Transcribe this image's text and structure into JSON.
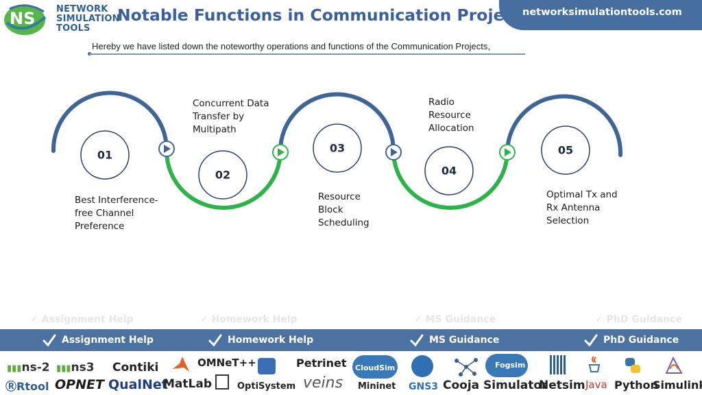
{
  "header": {
    "logo_initials": "NS",
    "logo_lines": [
      "NETWORK",
      "SIMULATION",
      "TOOLS"
    ],
    "title": "Notable Functions in Communication Projects",
    "website": "networksimulationtools.com",
    "subtitle": "Hereby we have listed down the noteworthy operations and functions of the Communication Projects,"
  },
  "steps": [
    {
      "num": "01",
      "label_lines": [
        "Best Interference-",
        "free Channel",
        "Preference"
      ]
    },
    {
      "num": "02",
      "label_lines": [
        "Concurrent Data",
        "Transfer by",
        "Multipath"
      ]
    },
    {
      "num": "03",
      "label_lines": [
        "Resource",
        "Block",
        "Scheduling"
      ]
    },
    {
      "num": "04",
      "label_lines": [
        "Radio",
        "Resource",
        "Allocation"
      ]
    },
    {
      "num": "05",
      "label_lines": [
        "Optimal Tx and",
        "Rx Antenna",
        "Selection"
      ]
    }
  ],
  "footer": {
    "services": [
      "Assignment Help",
      "Homework Help",
      "MS  Guidance",
      "PhD  Guidance"
    ],
    "tools": [
      "ns-2",
      "ns3",
      "Contiki",
      "OMNeT++",
      "Petrinet",
      "CloudSim",
      "Fogsim",
      "Rtool",
      "OPNET",
      "QualNet",
      "MatLab",
      "OptiSystem",
      "veins",
      "Mininet",
      "GNS3",
      "Cooja Simulator",
      "Netsim",
      "Java",
      "Python",
      "Simulink"
    ]
  },
  "colors": {
    "blue_arc": "#3f6597",
    "green_arc": "#2db34a",
    "title_blue": "#3b5f9a",
    "band_blue": "#4b72a0"
  }
}
